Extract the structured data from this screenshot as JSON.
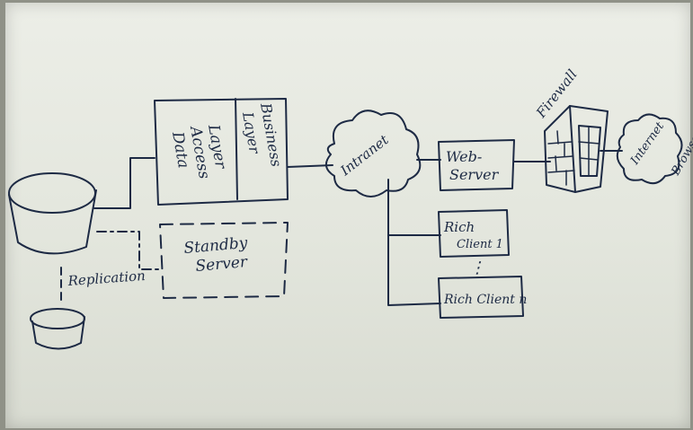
{
  "diagram": {
    "labels": {
      "data_access_line1": "Data",
      "data_access_line2": "Access",
      "data_access_line3": "Layer",
      "business_line1": "Business",
      "business_line2": "Layer",
      "standby_line1": "Standby",
      "standby_line2": "Server",
      "replication": "Replication",
      "internet_left": "Intranet",
      "web_server_line1": "Web-",
      "web_server_line2": "Server",
      "firewall": "Firewall",
      "internet_right": "Internet",
      "rich_client_1_line1": "Rich",
      "rich_client_1_line2": "Client 1",
      "ellipsis": "⋮",
      "rich_client_n": "Rich Client n",
      "edge_text": "Browser"
    },
    "colors": {
      "ink": "#1d2a44",
      "board": "#e6e8e0"
    }
  }
}
